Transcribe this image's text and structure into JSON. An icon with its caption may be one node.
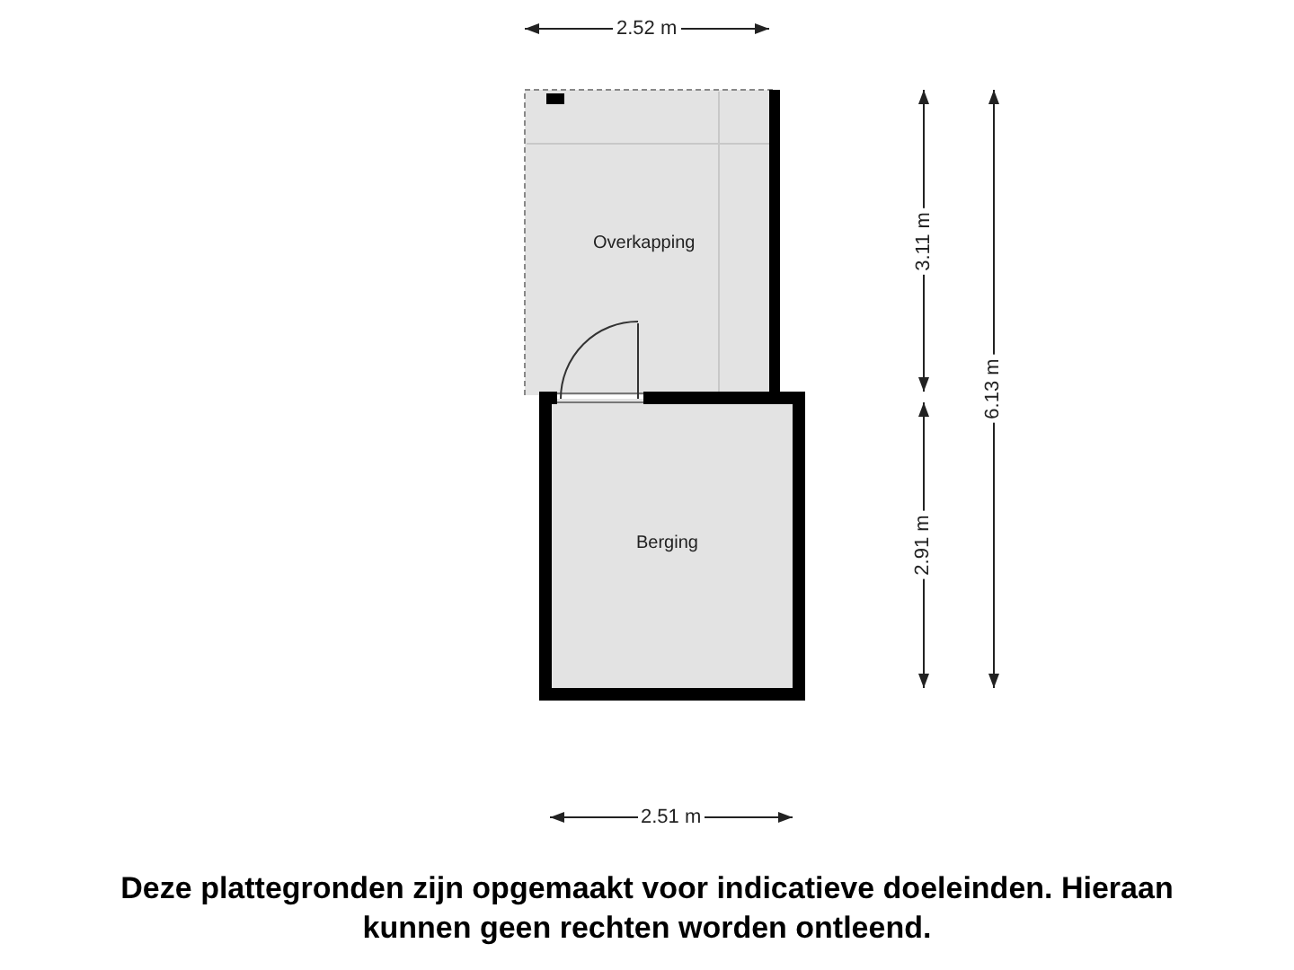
{
  "diagram": {
    "caption": "Deze plattegronden zijn opgemaakt voor indicatieve doeleinden. Hieraan kunnen geen rechten worden ontleend.",
    "nodes": [
      {
        "text": [
          "Overkapping"
        ]
      },
      {
        "text": [
          "Berging"
        ]
      }
    ],
    "edges": [],
    "labels": [
      "2.52 m",
      "3.11 m",
      "6.13 m",
      "2.91 m",
      "2.51 m"
    ]
  }
}
